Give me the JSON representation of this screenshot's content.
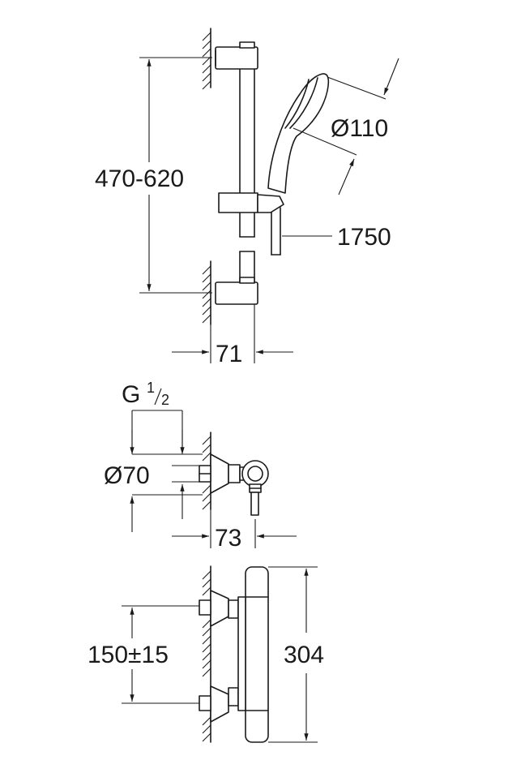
{
  "drawing": {
    "shower_rail": {
      "height_range": "470-620",
      "head_diameter": "Ø110",
      "hose_length": "1750",
      "wall_offset": "71"
    },
    "mixer_side": {
      "thread_main": "G",
      "thread_num": "1",
      "thread_den": "2",
      "rosette_diameter": "Ø70",
      "wall_offset": "73"
    },
    "mixer_front": {
      "connection_spacing": "150±15",
      "body_length": "304"
    }
  }
}
